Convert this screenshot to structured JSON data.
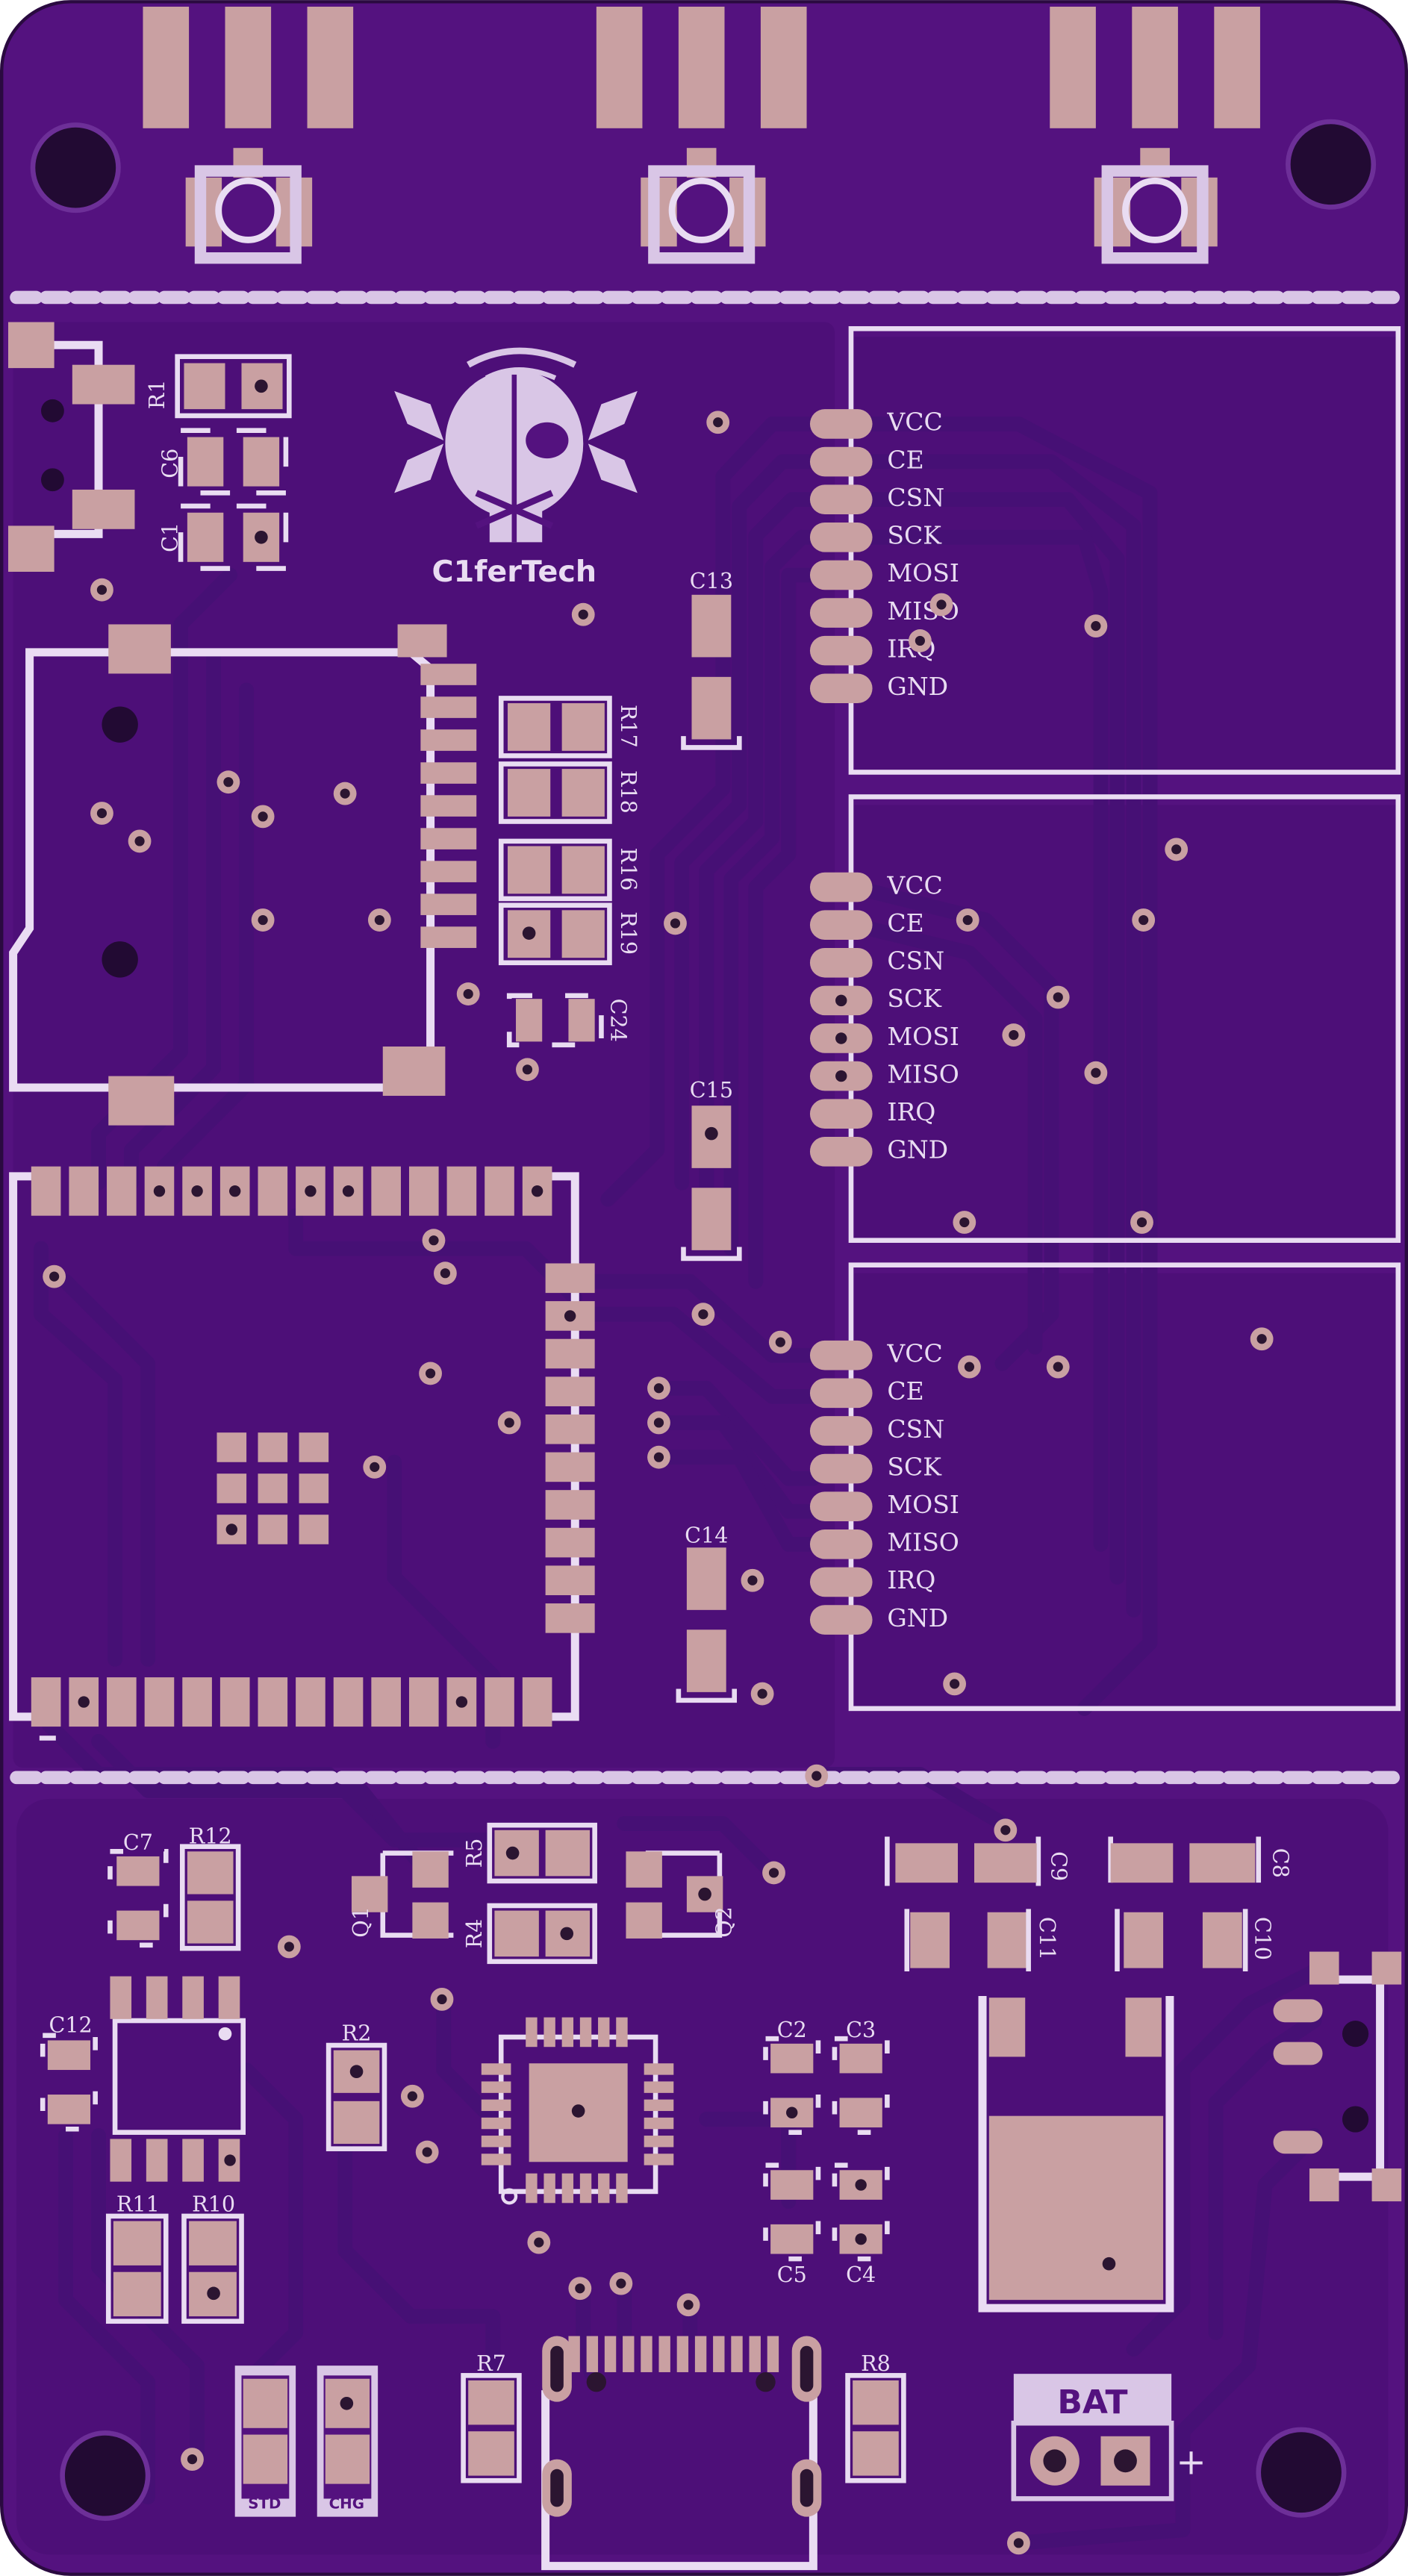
{
  "board": {
    "logo_text": "C1ferTech",
    "colors": {
      "soldermask": "#54127f",
      "copper_pour": "#4d0f78",
      "trace": "#461075",
      "pad": "#c9a0a2",
      "silkscreen": "#e9dcf2",
      "background": "#ffffff"
    },
    "refdes": {
      "r1": "R1",
      "c6": "C6",
      "c1": "C1",
      "r17": "R17",
      "r18": "R18",
      "r16": "R16",
      "r19": "R19",
      "c24": "C24",
      "c13": "C13",
      "c15": "C15",
      "c14": "C14",
      "c7": "C7",
      "r12": "R12",
      "r5": "R5",
      "r4": "R4",
      "q1": "Q1",
      "q2": "Q2",
      "c9": "C9",
      "c8": "C8",
      "c11": "C11",
      "c10": "C10",
      "c12": "C12",
      "r2": "R2",
      "c2": "C2",
      "c3": "C3",
      "c5": "C5",
      "c4": "C4",
      "r11": "R11",
      "r10": "R10",
      "r7": "R7",
      "r8": "R8"
    },
    "nrf_modules": [
      {
        "pins": [
          "VCC",
          "CE",
          "CSN",
          "SCK",
          "MOSI",
          "MISO",
          "IRQ",
          "GND"
        ]
      },
      {
        "pins": [
          "VCC",
          "CE",
          "CSN",
          "SCK",
          "MOSI",
          "MISO",
          "IRQ",
          "GND"
        ]
      },
      {
        "pins": [
          "VCC",
          "CE",
          "CSN",
          "SCK",
          "MOSI",
          "MISO",
          "IRQ",
          "GND"
        ]
      }
    ],
    "led_labels": {
      "std": "STD",
      "chg": "CHG"
    },
    "battery": {
      "label": "BAT",
      "plus": "+"
    }
  }
}
